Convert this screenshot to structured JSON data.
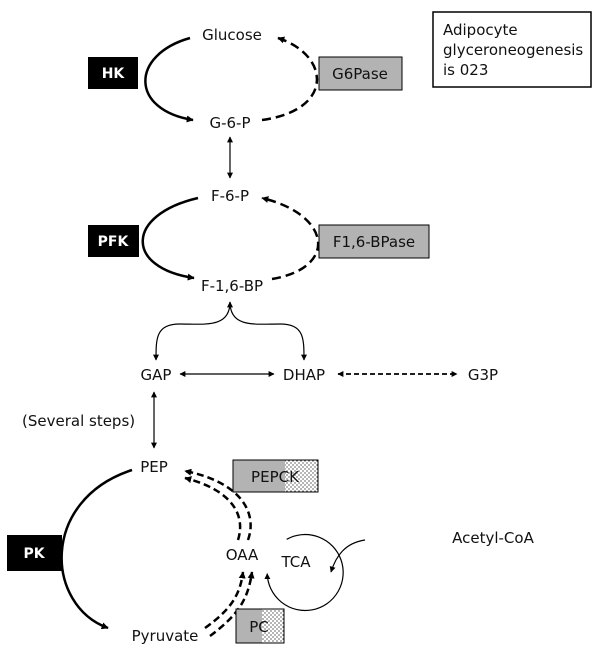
{
  "metabolites": {
    "glucose": "Glucose",
    "g6p": "G-6-P",
    "f6p": "F-6-P",
    "f16bp": "F-1,6-BP",
    "gap": "GAP",
    "dhap": "DHAP",
    "g3p": "G3P",
    "pep": "PEP",
    "oaa": "OAA",
    "tca": "TCA",
    "acetyl_coa": "Acetyl-CoA",
    "pyruvate": "Pyruvate"
  },
  "enzymes": {
    "hk": "HK",
    "g6pase": "G6Pase",
    "pfk": "PFK",
    "f16bpase": "F1,6-BPase",
    "pk": "PK",
    "pepck": "PEPCK",
    "pc": "PC"
  },
  "annotations": {
    "several_steps": "(Several steps)"
  },
  "note_box": {
    "lines": [
      "Adipocyte",
      "glyceroneogenesis",
      "is 023"
    ]
  },
  "colors": {
    "dark_enzyme_fill": "#000000",
    "grey_enzyme_fill": "#b3b3b3",
    "stroke": "#000000",
    "background": "#ffffff"
  }
}
